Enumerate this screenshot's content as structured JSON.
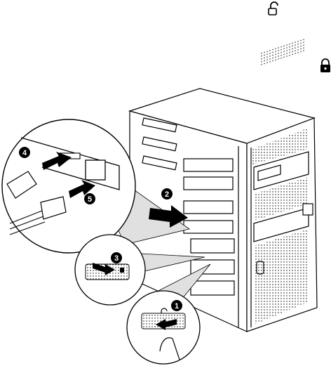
{
  "icons": {
    "top_lock": "unlocked-padlock-icon",
    "right_lock": "locked-padlock-icon"
  },
  "steps": [
    {
      "number": "1"
    },
    {
      "number": "2"
    },
    {
      "number": "3"
    },
    {
      "number": "4"
    },
    {
      "number": "5"
    }
  ]
}
